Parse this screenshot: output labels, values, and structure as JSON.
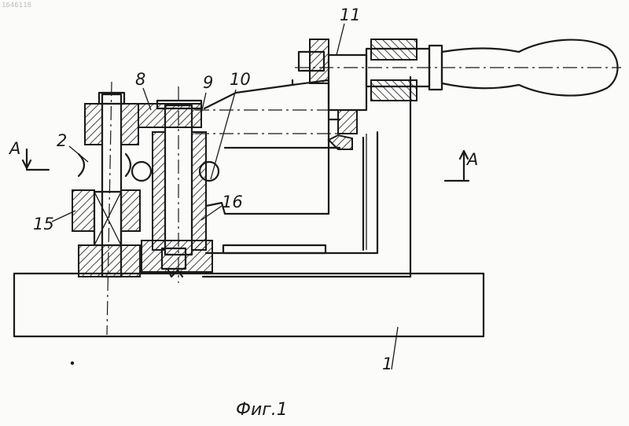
{
  "patent_number": "1646118",
  "figure": {
    "caption": "Фиг.1"
  },
  "section": {
    "left_label": "A",
    "right_label": "A"
  },
  "callouts": {
    "c1": "1",
    "c2": "2",
    "c8": "8",
    "c9": "9",
    "c10": "10",
    "c11": "11",
    "c15": "15",
    "c16": "16"
  }
}
